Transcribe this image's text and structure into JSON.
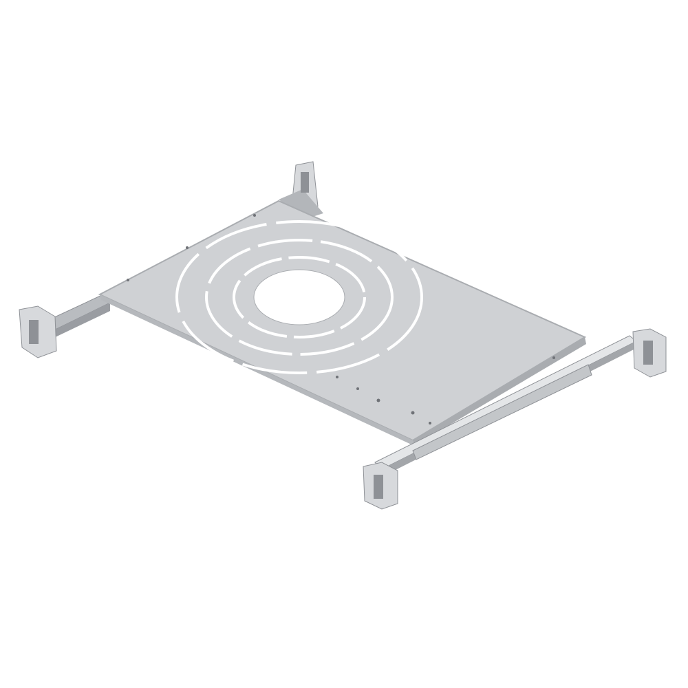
{
  "colors": {
    "background": "#ffffff",
    "plate": "#cfd1d4",
    "plate_edge": "#a9acb0",
    "metal_dark": "#8e9196",
    "metal_light": "#e4e6e8",
    "slot": "#ffffff"
  },
  "icons": [
    "mounting-plate",
    "bracket",
    "rail"
  ]
}
